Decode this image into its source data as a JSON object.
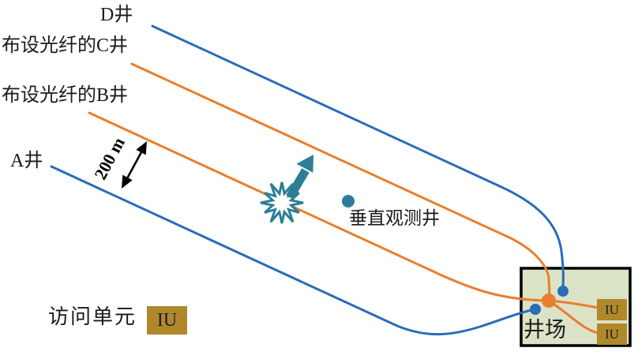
{
  "colors": {
    "line_blue": "#2a6cb8",
    "line_orange": "#e87f2e",
    "teal": "#2d7d98",
    "gold": "#b0882a",
    "site_fill": "#dbe3c6",
    "iu_text": "#1e1e32",
    "label_text": "#1a1a1a"
  },
  "wells": {
    "d_label": "D井",
    "c_label": "布设光纤的C井",
    "b_label": "布设光纤的B井",
    "a_label": "A井"
  },
  "annotations": {
    "scale_label": "200 m",
    "observation_well_label": "垂直观测井"
  },
  "legend": {
    "access_unit_label": "访问单元",
    "iu_badge": "IU"
  },
  "well_site": {
    "label": "井场",
    "iu_badges": [
      "IU",
      "IU"
    ]
  }
}
